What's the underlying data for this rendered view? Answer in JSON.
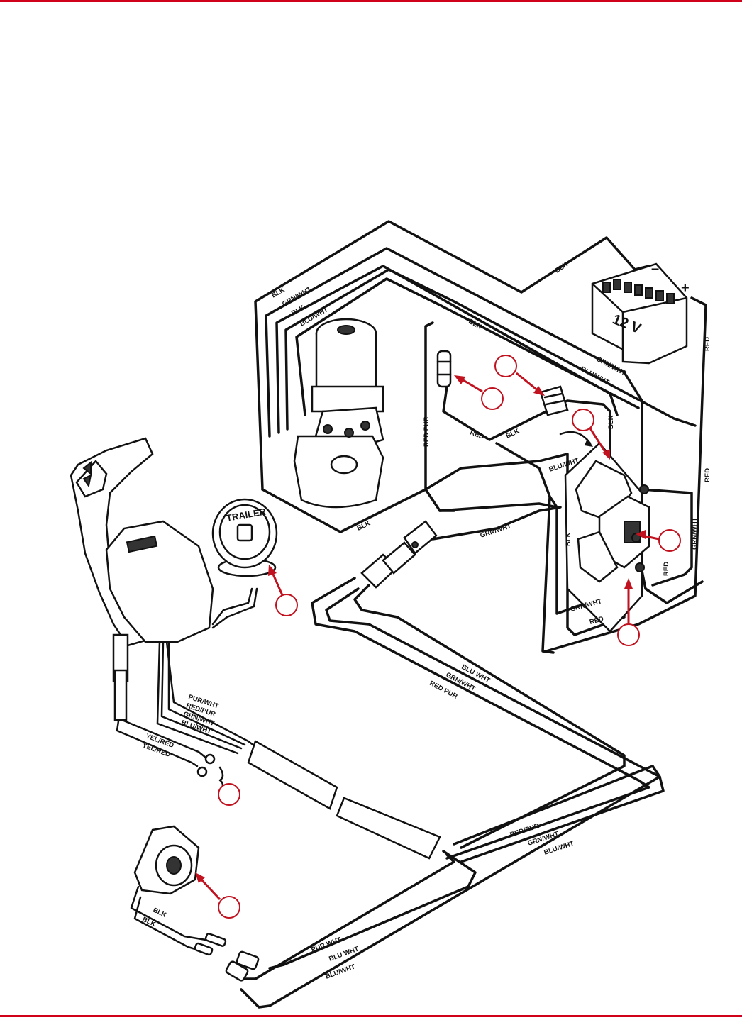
{
  "battery": {
    "voltage_label": "12 V",
    "negative_symbol": "–",
    "positive_symbol": "+"
  },
  "switch": {
    "label": "TRAILER"
  },
  "wire_labels": {
    "blk_top": "BLK",
    "blk_right": "BLK",
    "grn_wht_left": "GRN/WHT",
    "blk_left": "BLK",
    "blu_wht_left": "BLU/WHT",
    "blk_left_outer": "BLK",
    "blk_mid": "BLK",
    "grn_wht_mid": "GRN/WHT",
    "blu_wht_mid": "BLU/WHT",
    "red_pur_mid": "RED PUR",
    "red_mid": "RED",
    "blk_mid2": "BLK",
    "blu_wht_relay": "BLU/WHT",
    "blk_relay": "BLK",
    "blk_relay_side": "BLK",
    "grn_wht_relay": "GRN/WHT",
    "red_relay_side": "RED",
    "red_battery": "RED",
    "red_battery_low": "RED",
    "grn_wht_battery": "GRN/WHT",
    "blk_pump": "BLK",
    "grn_wht_plug": "GRN/WHT",
    "grn_wht_bottom": "GRN/WHT",
    "red_bottom": "RED",
    "blu_wht_harness": "BLU WHT",
    "grn_wht_harness": "GRN/WHT",
    "red_pur_harness": "RED PUR",
    "pur_wht_ctrl": "PUR/WHT",
    "red_pur_ctrl": "RED/PUR",
    "grn_wht_ctrl": "GRN/WHT",
    "blu_wht_ctrl": "BLU/WHT",
    "yel_red_1": "YEL/RED",
    "yel_red_2": "YEL/RED",
    "red_pur_right": "RED/PUR",
    "grn_wht_right": "GRN/WHT",
    "blu_wht_right": "BLU/WHT",
    "blk_sender_1": "BLK",
    "blk_sender_2": "BLK",
    "pur_wht_sender": "PUR WHT",
    "blu_wht_sender": "BLU WHT",
    "blu_wht_sender2": "BLU/WHT"
  },
  "colors": {
    "accent": "#c0121f",
    "rule": "#d0021b",
    "line": "#111111"
  }
}
